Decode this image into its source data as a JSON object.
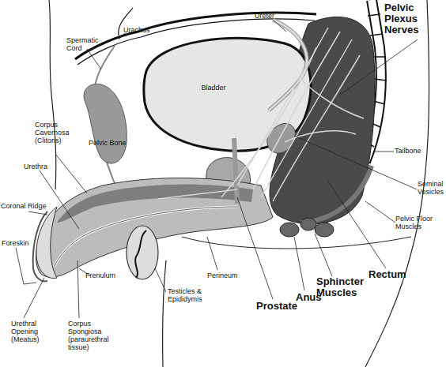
{
  "diagram": {
    "labels": [
      "Urachus",
      "Ureter",
      "Pelvic Plexus Nerves",
      "Spermatic Cord",
      "Bladder",
      "Pelvic Bone",
      "Corpus Cavernosa (Clitoris)",
      "Urethra",
      "Coronal Ridge",
      "Foreskin",
      "Tailbone",
      "Seminal Vesicles",
      "Pelvic Floor Muscles",
      "Sphincter Muscles",
      "Rectum",
      "Anus",
      "Prostate",
      "Perineum",
      "Testicles & Epididymis",
      "Frenulum",
      "Urethral Opening (Meatus)",
      "Corpus Spongiosa (paraurethral tissue)"
    ]
  }
}
